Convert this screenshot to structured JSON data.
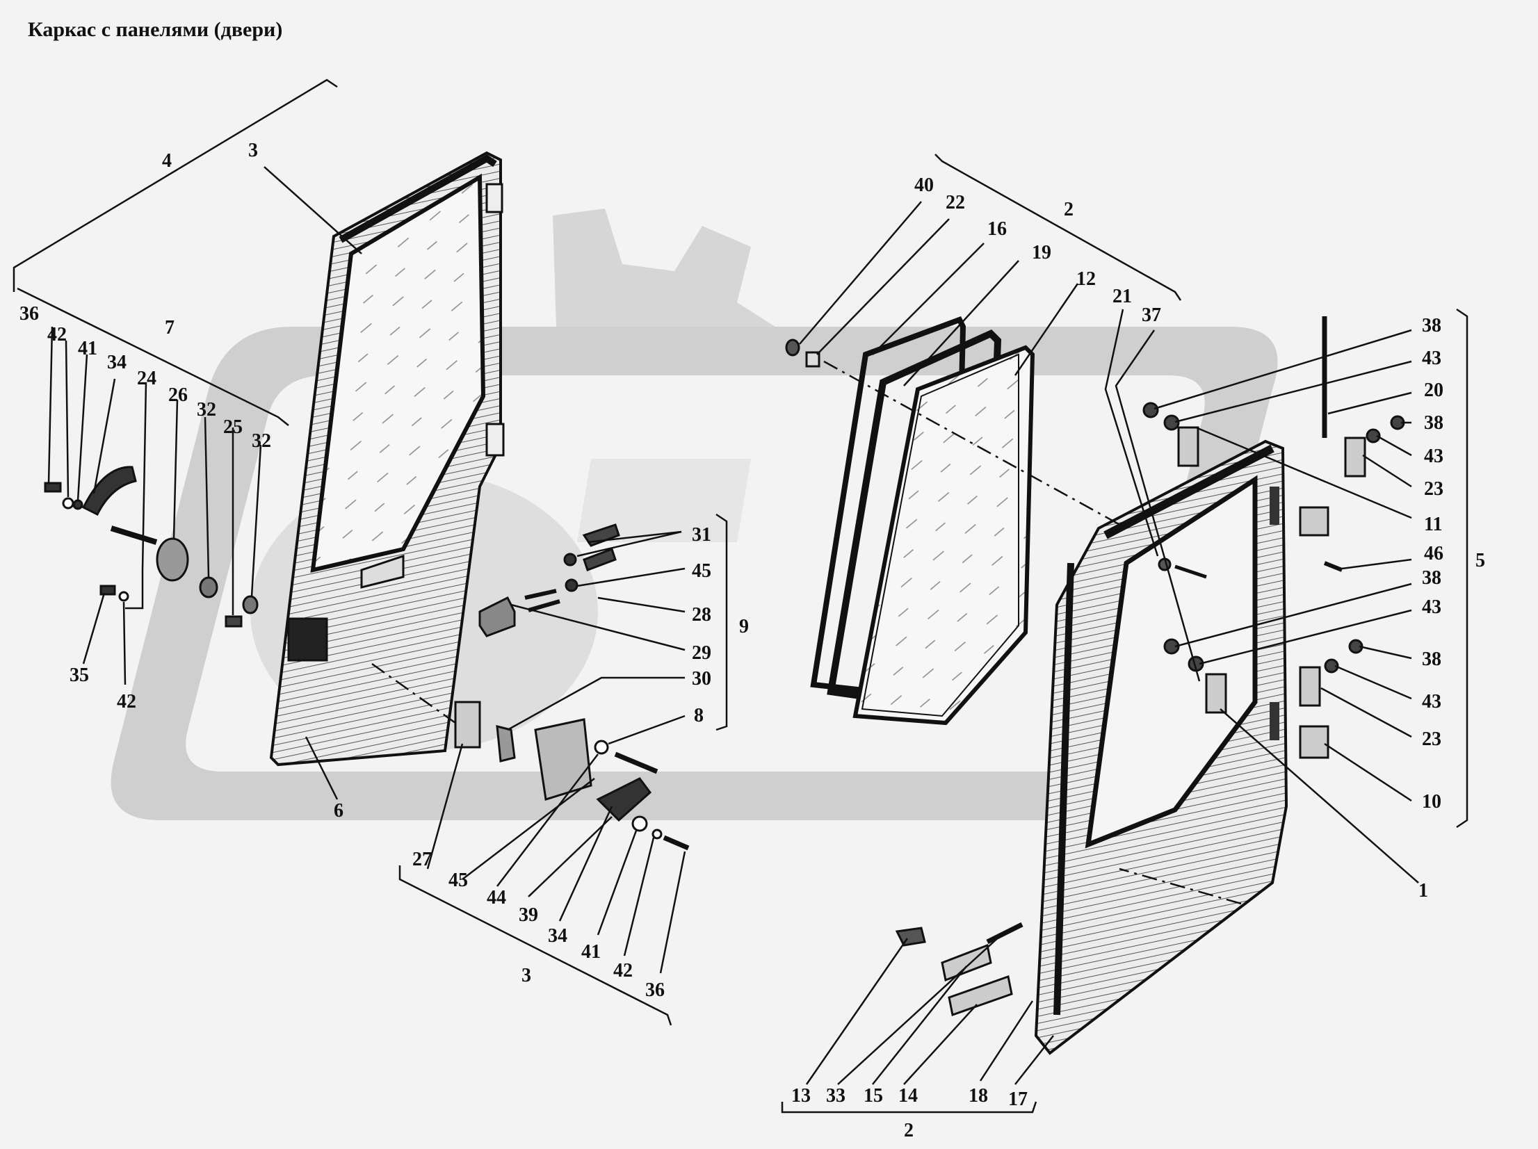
{
  "title": "Каркас с панелями (двери)",
  "callouts": [
    {
      "id": "c4a",
      "text": "4"
    },
    {
      "id": "c3a",
      "text": "3"
    },
    {
      "id": "c7",
      "text": "7"
    },
    {
      "id": "c36a",
      "text": "36"
    },
    {
      "id": "c42a",
      "text": "42"
    },
    {
      "id": "c41a",
      "text": "41"
    },
    {
      "id": "c34a",
      "text": "34"
    },
    {
      "id": "c24",
      "text": "24"
    },
    {
      "id": "c26",
      "text": "26"
    },
    {
      "id": "c32a",
      "text": "32"
    },
    {
      "id": "c25",
      "text": "25"
    },
    {
      "id": "c32b",
      "text": "32"
    },
    {
      "id": "c35",
      "text": "35"
    },
    {
      "id": "c42b",
      "text": "42"
    },
    {
      "id": "c6",
      "text": "6"
    },
    {
      "id": "c31",
      "text": "31"
    },
    {
      "id": "c45a",
      "text": "45"
    },
    {
      "id": "c28",
      "text": "28"
    },
    {
      "id": "c9",
      "text": "9"
    },
    {
      "id": "c29",
      "text": "29"
    },
    {
      "id": "c30",
      "text": "30"
    },
    {
      "id": "c8",
      "text": "8"
    },
    {
      "id": "c27",
      "text": "27"
    },
    {
      "id": "c45b",
      "text": "45"
    },
    {
      "id": "c44",
      "text": "44"
    },
    {
      "id": "c39",
      "text": "39"
    },
    {
      "id": "c34b",
      "text": "34"
    },
    {
      "id": "c41b",
      "text": "41"
    },
    {
      "id": "c42c",
      "text": "42"
    },
    {
      "id": "c36b",
      "text": "36"
    },
    {
      "id": "c3b",
      "text": "3"
    },
    {
      "id": "c40",
      "text": "40"
    },
    {
      "id": "c22",
      "text": "22"
    },
    {
      "id": "c16",
      "text": "16"
    },
    {
      "id": "c2a",
      "text": "2"
    },
    {
      "id": "c19",
      "text": "19"
    },
    {
      "id": "c12",
      "text": "12"
    },
    {
      "id": "c21",
      "text": "21"
    },
    {
      "id": "c37",
      "text": "37"
    },
    {
      "id": "c38a",
      "text": "38"
    },
    {
      "id": "c43a",
      "text": "43"
    },
    {
      "id": "c20",
      "text": "20"
    },
    {
      "id": "c38b",
      "text": "38"
    },
    {
      "id": "c43b",
      "text": "43"
    },
    {
      "id": "c23a",
      "text": "23"
    },
    {
      "id": "c11",
      "text": "11"
    },
    {
      "id": "c46",
      "text": "46"
    },
    {
      "id": "c5",
      "text": "5"
    },
    {
      "id": "c38c",
      "text": "38"
    },
    {
      "id": "c43c",
      "text": "43"
    },
    {
      "id": "c38d",
      "text": "38"
    },
    {
      "id": "c43d",
      "text": "43"
    },
    {
      "id": "c23b",
      "text": "23"
    },
    {
      "id": "c10",
      "text": "10"
    },
    {
      "id": "c1",
      "text": "1"
    },
    {
      "id": "c13",
      "text": "13"
    },
    {
      "id": "c33",
      "text": "33"
    },
    {
      "id": "c15",
      "text": "15"
    },
    {
      "id": "c14",
      "text": "14"
    },
    {
      "id": "c18",
      "text": "18"
    },
    {
      "id": "c17",
      "text": "17"
    },
    {
      "id": "c2b",
      "text": "2"
    }
  ]
}
